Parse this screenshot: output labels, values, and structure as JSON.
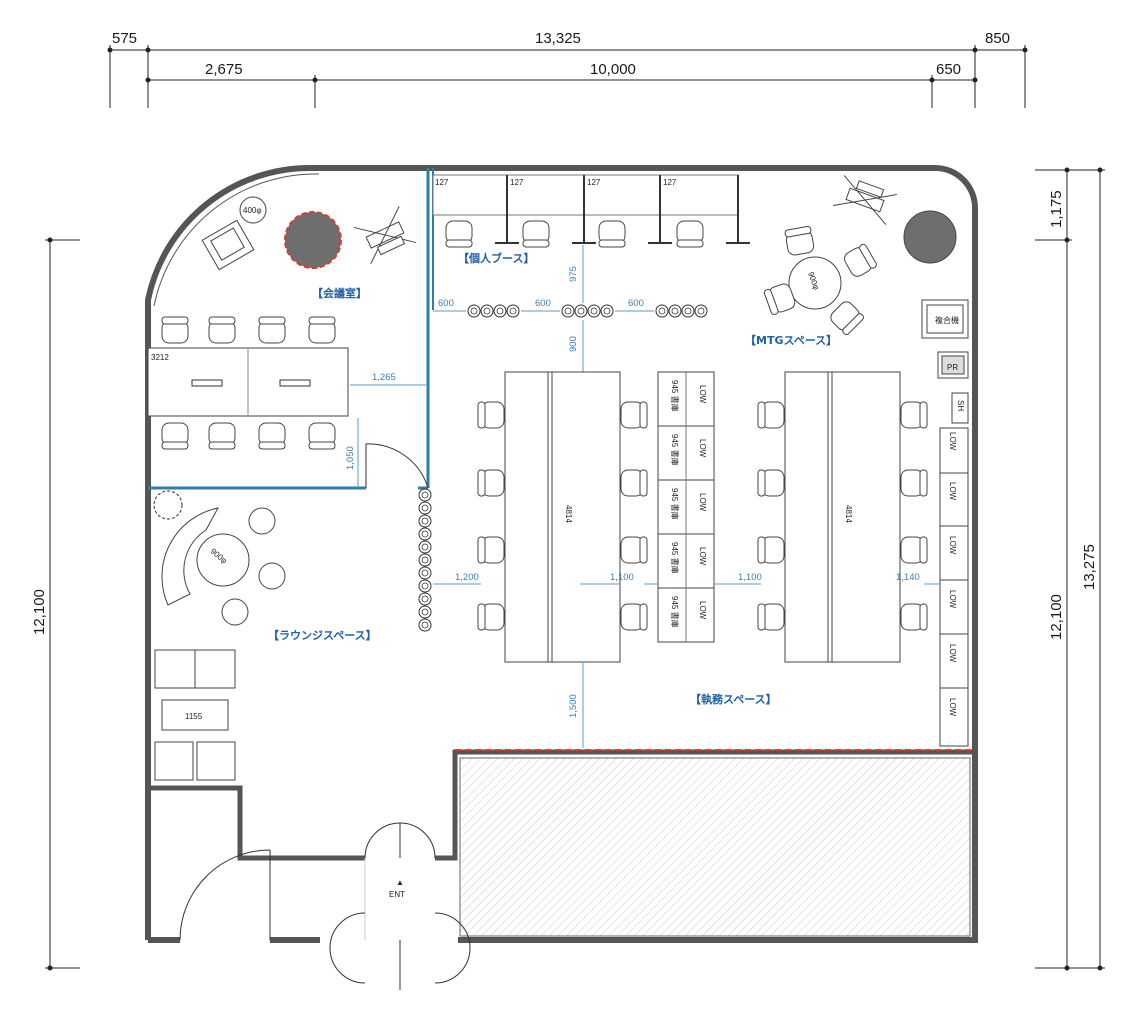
{
  "dimensions": {
    "top_row1": [
      "575",
      "13,325",
      "850"
    ],
    "top_row2": [
      "2,675",
      "10,000",
      "650"
    ],
    "left": "12,100",
    "right_small": "1,175",
    "right_mid": "12,100",
    "right_total": "13,275"
  },
  "rooms": {
    "meeting_room": "【会議室】",
    "personal_booth": "【個人ブース】",
    "mtg_space": "【MTGスペース】",
    "lounge": "【ラウンジスペース】",
    "work_space": "【執務スペース】"
  },
  "labels": {
    "round_table_small": "400φ",
    "round_table_mtg": "900φ",
    "round_table_lounge": "900φ",
    "meeting_table": "3212",
    "long_desk_left": "4814",
    "long_desk_right": "4814",
    "sofa_table": "1155",
    "booth": [
      "127",
      "127",
      "127",
      "127"
    ],
    "entrance": "ENT",
    "entrance_arrow": "▲",
    "cabinet": "945 書庫",
    "cabinet_low": "LOW",
    "equipment_1": "複合機",
    "equipment_2": "PR",
    "equipment_3": "SH"
  },
  "spacing": {
    "p600_a": "600",
    "p600_b": "600",
    "p600_c": "600",
    "p975": "975",
    "p900": "900",
    "p1265": "1,265",
    "p1050": "1,050",
    "p1200": "1,200",
    "p1100_a": "1,100",
    "p1100_b": "1,100",
    "p1140": "1,140",
    "p1500": "1,500"
  },
  "colors": {
    "wall": "#555555",
    "partition": "#2f7ea8",
    "label_blue": "#1f5fa8",
    "dim_blue": "#3a7fb6",
    "red_dash": "#e0392b",
    "plant_dark": "#6e6e6e"
  }
}
